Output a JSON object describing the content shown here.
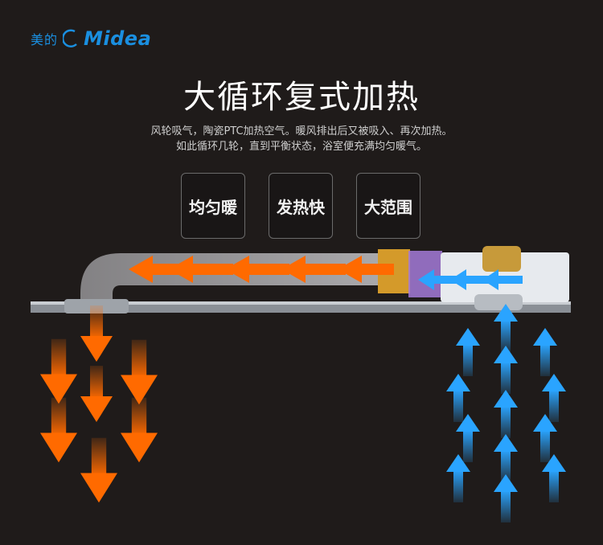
{
  "brand": {
    "cn": "美的",
    "en": "Midea",
    "color": "#1a8fe0"
  },
  "title": "大循环复式加热",
  "description": [
    "风轮吸气，陶瓷PTC加热空气。暖风排出后又被吸入、再次加热。",
    "如此循环几轮，直到平衡状态，浴室便充满均匀暖气。"
  ],
  "features": [
    "均匀暖",
    "发热快",
    "大范围"
  ],
  "colors": {
    "warm_air": "#ff6a00",
    "cold_air": "#2aa4ff",
    "background": "#1f1b1a"
  },
  "icons": [
    "warm-air-arrow-icon",
    "cold-air-arrow-icon",
    "fan-icon",
    "ptc-heater-icon"
  ]
}
